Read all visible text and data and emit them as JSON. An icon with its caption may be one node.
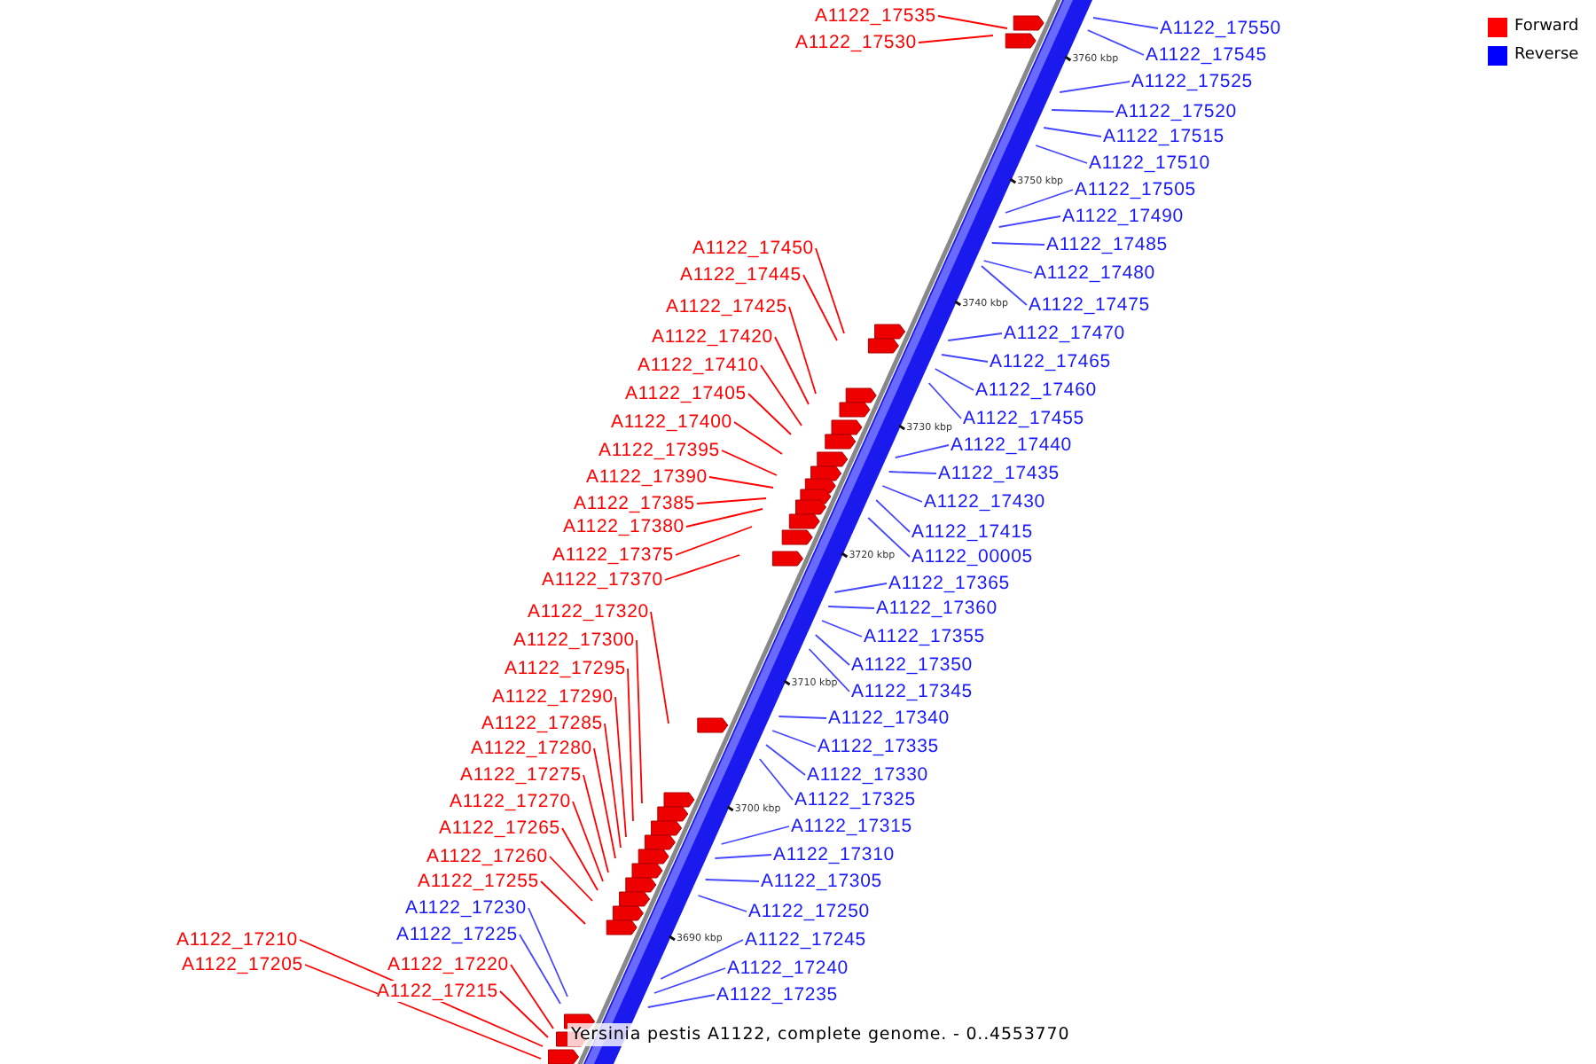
{
  "diagram": {
    "caption": "Yersinia pestis A1122, complete genome. - 0..4553770",
    "nodes": [
      {
        "text": [
          "A1122_17535"
        ]
      },
      {
        "text": [
          "A1122_17550"
        ]
      },
      {
        "text": [
          "A1122_17530"
        ]
      },
      {
        "text": [
          "A1122_17545"
        ]
      },
      {
        "text": [
          "A1122_17525"
        ]
      },
      {
        "text": [
          "A1122_17520"
        ]
      },
      {
        "text": [
          "A1122_17515"
        ]
      },
      {
        "text": [
          "A1122_17510"
        ]
      },
      {
        "text": [
          "A1122_17505"
        ]
      },
      {
        "text": [
          "A1122_17490"
        ]
      },
      {
        "text": [
          "A1122_17485"
        ]
      },
      {
        "text": [
          "A1122_17450"
        ]
      },
      {
        "text": [
          "A1122_17480"
        ]
      },
      {
        "text": [
          "A1122_17445"
        ]
      },
      {
        "text": [
          "A1122_17475"
        ]
      },
      {
        "text": [
          "A1122_17425"
        ]
      },
      {
        "text": [
          "A1122_17470"
        ]
      },
      {
        "text": [
          "A1122_17420"
        ]
      },
      {
        "text": [
          "A1122_17465"
        ]
      },
      {
        "text": [
          "A1122_17410"
        ]
      },
      {
        "text": [
          "A1122_17460"
        ]
      },
      {
        "text": [
          "A1122_17405"
        ]
      },
      {
        "text": [
          "A1122_17455"
        ]
      },
      {
        "text": [
          "A1122_17400"
        ]
      },
      {
        "text": [
          "A1122_17440"
        ]
      },
      {
        "text": [
          "A1122_17395"
        ]
      },
      {
        "text": [
          "A1122_17435"
        ]
      },
      {
        "text": [
          "A1122_17390"
        ]
      },
      {
        "text": [
          "A1122_17430"
        ]
      },
      {
        "text": [
          "A1122_17385"
        ]
      },
      {
        "text": [
          "A1122_17380"
        ]
      },
      {
        "text": [
          "A1122_17415"
        ]
      },
      {
        "text": [
          "A1122_17375"
        ]
      },
      {
        "text": [
          "A1122_00005"
        ]
      },
      {
        "text": [
          "A1122_17370"
        ]
      },
      {
        "text": [
          "A1122_17365"
        ]
      },
      {
        "text": [
          "A1122_17360"
        ]
      },
      {
        "text": [
          "A1122_17320"
        ]
      },
      {
        "text": [
          "A1122_17355"
        ]
      },
      {
        "text": [
          "A1122_17300"
        ]
      },
      {
        "text": [
          "A1122_17350"
        ]
      },
      {
        "text": [
          "A1122_17295"
        ]
      },
      {
        "text": [
          "A1122_17345"
        ]
      },
      {
        "text": [
          "A1122_17290"
        ]
      },
      {
        "text": [
          "A1122_17340"
        ]
      },
      {
        "text": [
          "A1122_17285"
        ]
      },
      {
        "text": [
          "A1122_17335"
        ]
      },
      {
        "text": [
          "A1122_17280"
        ]
      },
      {
        "text": [
          "A1122_17275"
        ]
      },
      {
        "text": [
          "A1122_17330"
        ]
      },
      {
        "text": [
          "A1122_17325"
        ]
      },
      {
        "text": [
          "A1122_17270"
        ]
      },
      {
        "text": [
          "A1122_17315"
        ]
      },
      {
        "text": [
          "A1122_17265"
        ]
      },
      {
        "text": [
          "A1122_17310"
        ]
      },
      {
        "text": [
          "A1122_17260"
        ]
      },
      {
        "text": [
          "A1122_17255"
        ]
      },
      {
        "text": [
          "A1122_17305"
        ]
      },
      {
        "text": [
          "A1122_17230"
        ]
      },
      {
        "text": [
          "A1122_17250"
        ]
      },
      {
        "text": [
          "A1122_17225"
        ]
      },
      {
        "text": [
          "A1122_17210"
        ]
      },
      {
        "text": [
          "A1122_17245"
        ]
      },
      {
        "text": [
          "A1122_17205"
        ]
      },
      {
        "text": [
          "A1122_17220"
        ]
      },
      {
        "text": [
          "A1122_17240"
        ]
      },
      {
        "text": [
          "A1122_17215"
        ]
      },
      {
        "text": [
          "A1122_17235"
        ]
      }
    ],
    "edges": [
      {
        "from": 0,
        "to": null,
        "arrow": "none",
        "color": "#ff0000"
      },
      {
        "from": 1,
        "to": null,
        "arrow": "none"
      },
      {
        "from": 2,
        "to": null,
        "arrow": "none",
        "color": "#ff0000"
      },
      {
        "from": 3,
        "to": null,
        "arrow": "none"
      },
      {
        "from": 4,
        "to": null,
        "arrow": "none"
      },
      {
        "from": 5,
        "to": null,
        "arrow": "none"
      },
      {
        "from": 6,
        "to": null,
        "arrow": "none"
      },
      {
        "from": 7,
        "to": null,
        "arrow": "none"
      },
      {
        "from": 8,
        "to": null,
        "arrow": "none"
      },
      {
        "from": 9,
        "to": null,
        "arrow": "none"
      },
      {
        "from": 10,
        "to": null,
        "arrow": "none"
      },
      {
        "from": 11,
        "to": null,
        "arrow": "none",
        "color": "#ff0000"
      },
      {
        "from": 12,
        "to": null,
        "arrow": "none"
      },
      {
        "from": 13,
        "to": null,
        "arrow": "none",
        "color": "#ff0000"
      },
      {
        "from": 14,
        "to": null,
        "arrow": "none"
      },
      {
        "from": 15,
        "to": null,
        "arrow": "none",
        "color": "#ff0000"
      },
      {
        "from": 16,
        "to": null,
        "arrow": "none"
      },
      {
        "from": 17,
        "to": null,
        "arrow": "none",
        "color": "#ff0000"
      },
      {
        "from": 18,
        "to": null,
        "arrow": "none"
      },
      {
        "from": 19,
        "to": null,
        "arrow": "none",
        "color": "#ff0000"
      },
      {
        "from": 20,
        "to": null,
        "arrow": "none"
      },
      {
        "from": 21,
        "to": null,
        "arrow": "none",
        "color": "#ff0000"
      },
      {
        "from": 22,
        "to": null,
        "arrow": "none"
      },
      {
        "from": 23,
        "to": null,
        "arrow": "none",
        "color": "#ff0000"
      },
      {
        "from": 24,
        "to": null,
        "arrow": "none"
      },
      {
        "from": 25,
        "to": null,
        "arrow": "none",
        "color": "#ff0000"
      },
      {
        "from": 26,
        "to": null,
        "arrow": "none"
      },
      {
        "from": 27,
        "to": null,
        "arrow": "none",
        "color": "#ff0000"
      },
      {
        "from": 28,
        "to": null,
        "arrow": "none"
      },
      {
        "from": 29,
        "to": null,
        "arrow": "none",
        "color": "#ff0000"
      },
      {
        "from": 30,
        "to": null,
        "arrow": "none",
        "color": "#ff0000"
      },
      {
        "from": 31,
        "to": null,
        "arrow": "none"
      },
      {
        "from": 32,
        "to": null,
        "arrow": "none",
        "color": "#ff0000"
      },
      {
        "from": 33,
        "to": null,
        "arrow": "none"
      },
      {
        "from": 34,
        "to": null,
        "arrow": "none",
        "color": "#ff0000"
      },
      {
        "from": 35,
        "to": null,
        "arrow": "none"
      },
      {
        "from": 36,
        "to": null,
        "arrow": "none"
      },
      {
        "from": 37,
        "to": null,
        "arrow": "none",
        "color": "#ff0000"
      },
      {
        "from": 38,
        "to": null,
        "arrow": "none"
      },
      {
        "from": 39,
        "to": null,
        "arrow": "none",
        "color": "#ff0000"
      },
      {
        "from": 40,
        "to": null,
        "arrow": "none"
      },
      {
        "from": 41,
        "to": null,
        "arrow": "none",
        "color": "#ff0000"
      },
      {
        "from": 42,
        "to": null,
        "arrow": "none"
      },
      {
        "from": 43,
        "to": null,
        "arrow": "none",
        "color": "#ff0000"
      },
      {
        "from": 44,
        "to": null,
        "arrow": "none"
      },
      {
        "from": 45,
        "to": null,
        "arrow": "none",
        "color": "#ff0000"
      },
      {
        "from": 46,
        "to": null,
        "arrow": "none"
      },
      {
        "from": 47,
        "to": null,
        "arrow": "none",
        "color": "#ff0000"
      },
      {
        "from": 48,
        "to": null,
        "arrow": "none",
        "color": "#ff0000"
      },
      {
        "from": 49,
        "to": null,
        "arrow": "none"
      },
      {
        "from": 50,
        "to": null,
        "arrow": "none"
      },
      {
        "from": 51,
        "to": null,
        "arrow": "none",
        "color": "#ff0000"
      },
      {
        "from": 52,
        "to": null,
        "arrow": "none"
      },
      {
        "from": 53,
        "to": null,
        "arrow": "none",
        "color": "#ff0000"
      },
      {
        "from": 54,
        "to": null,
        "arrow": "none"
      },
      {
        "from": 55,
        "to": null,
        "arrow": "none",
        "color": "#ff0000"
      },
      {
        "from": 56,
        "to": null,
        "arrow": "none",
        "color": "#ff0000"
      },
      {
        "from": 57,
        "to": null,
        "arrow": "none"
      },
      {
        "from": 58,
        "to": null,
        "arrow": "none"
      },
      {
        "from": 59,
        "to": null,
        "arrow": "none"
      },
      {
        "from": 60,
        "to": null,
        "arrow": "none"
      },
      {
        "from": 61,
        "to": null,
        "arrow": "none",
        "color": "#ff0000"
      },
      {
        "from": 62,
        "to": null,
        "arrow": "none"
      },
      {
        "from": 63,
        "to": null,
        "arrow": "none",
        "color": "#ff0000"
      },
      {
        "from": 64,
        "to": null,
        "arrow": "none",
        "color": "#ff0000"
      },
      {
        "from": 65,
        "to": null,
        "arrow": "none"
      },
      {
        "from": 66,
        "to": null,
        "arrow": "none",
        "color": "#ff0000"
      },
      {
        "from": 67,
        "to": null,
        "arrow": "none"
      }
    ],
    "labels": [
      "3760 kbp",
      "3750 kbp",
      "3740 kbp",
      "3730 kbp",
      "3720 kbp",
      "3710 kbp",
      "3700 kbp",
      "3690 kbp"
    ],
    "legend": [
      {
        "text": "Forward",
        "color": "#ff0000"
      },
      {
        "text": "Reverse",
        "color": "#0000ff"
      }
    ]
  }
}
